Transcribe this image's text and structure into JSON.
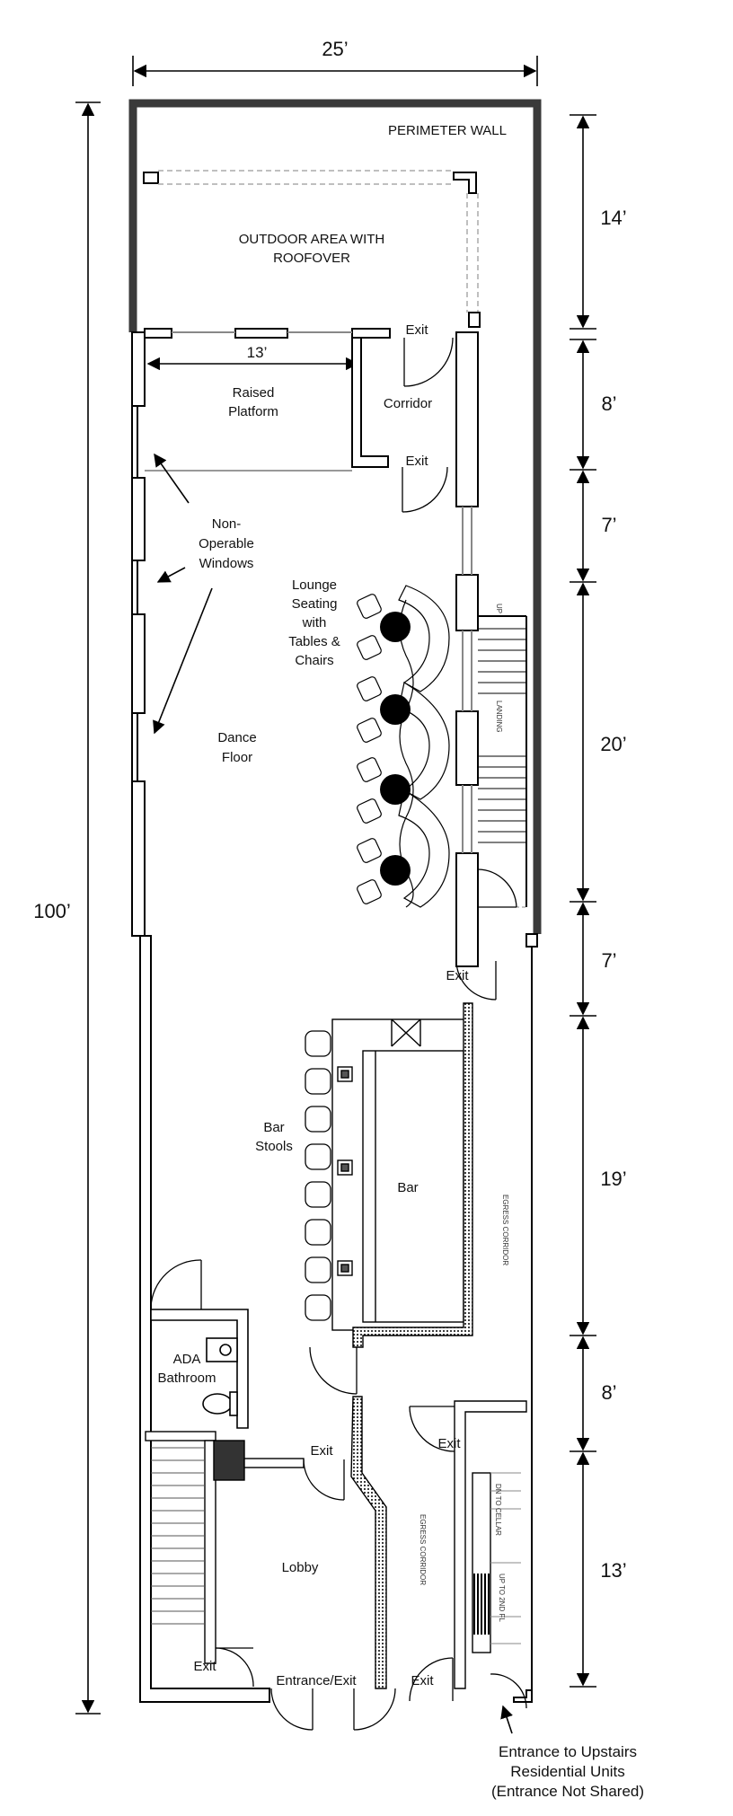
{
  "dimensions": {
    "width": "25’",
    "total_length": "100’",
    "outdoor_depth": "14’",
    "segment_corridor": "8’",
    "segment_windows": "7’",
    "segment_lounge": "20’",
    "segment_exit": "7’",
    "segment_bar": "19’",
    "segment_bathroom": "8’",
    "segment_lobby": "13’",
    "platform_width": "13’"
  },
  "labels": {
    "perimeter_wall": "PERIMETER WALL",
    "outdoor_area_1": "OUTDOOR AREA WITH",
    "outdoor_area_2": "ROOFOVER",
    "raised_platform_1": "Raised",
    "raised_platform_2": "Platform",
    "corridor": "Corridor",
    "exit": "Exit",
    "windows_1": "Non-",
    "windows_2": "Operable",
    "windows_3": "Windows",
    "lounge_1": "Lounge",
    "lounge_2": "Seating",
    "lounge_3": "with",
    "lounge_4": "Tables &",
    "lounge_5": "Chairs",
    "dance_floor_1": "Dance",
    "dance_floor_2": "Floor",
    "stair_up": "UP",
    "stair_landing": "LANDING",
    "bar_stools_1": "Bar",
    "bar_stools_2": "Stools",
    "bar": "Bar",
    "egress_corridor": "EGRESS CORRIDOR",
    "ada_1": "ADA",
    "ada_2": "Bathroom",
    "lobby": "Lobby",
    "entrance_exit": "Entrance/Exit",
    "upstairs_1": "Entrance to Upstairs",
    "upstairs_2": "Residential Units",
    "upstairs_3": "(Entrance Not Shared)",
    "stair_down_cellar": "DN TO CELLAR",
    "stair_up_floor": "UP TO 2ND FL"
  }
}
